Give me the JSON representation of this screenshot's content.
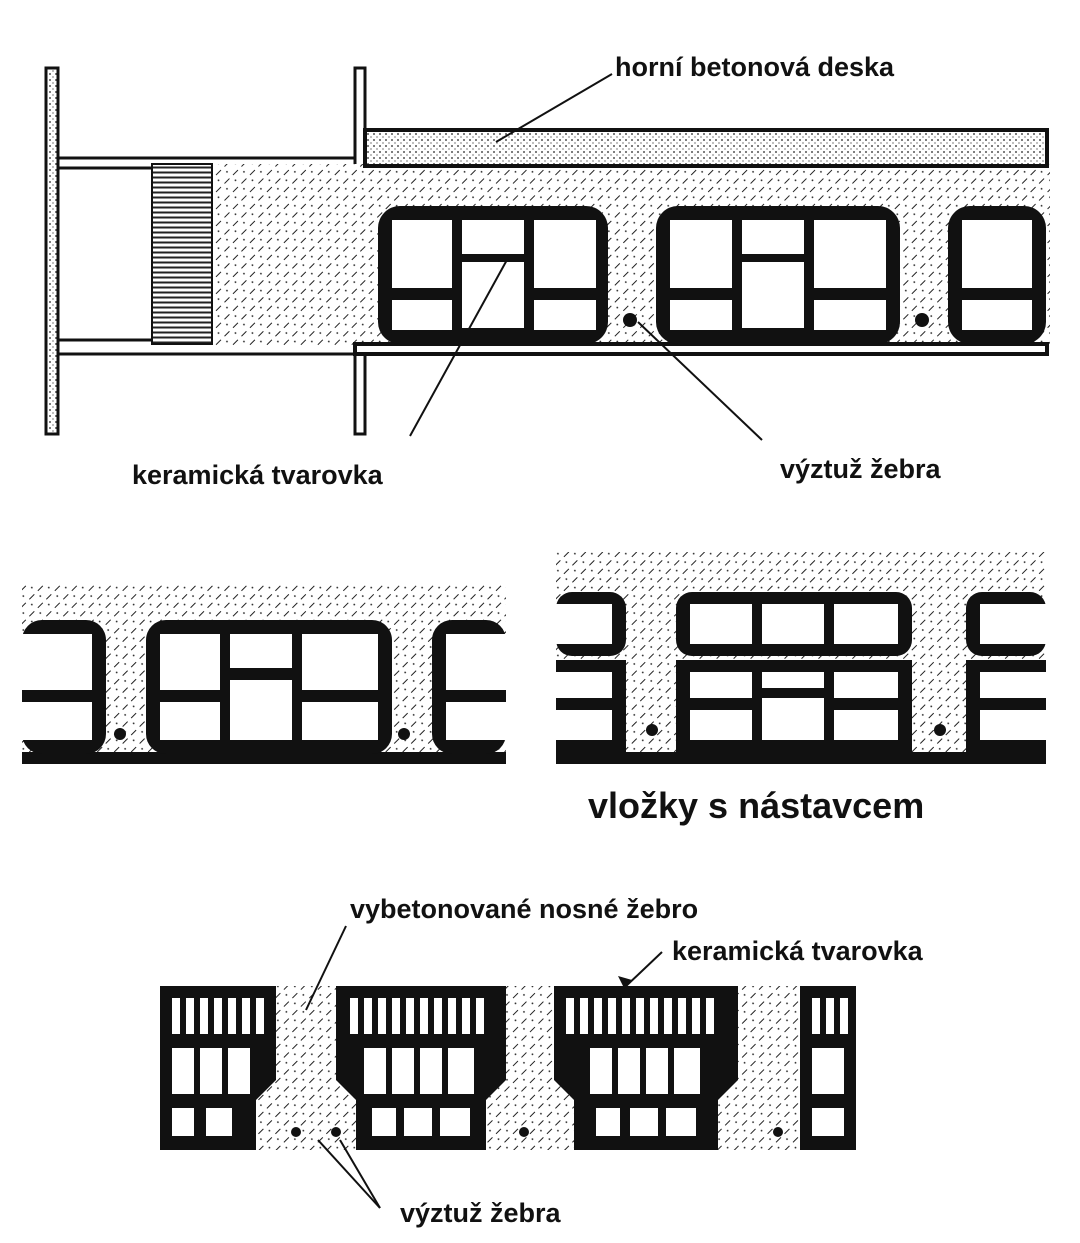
{
  "labels": {
    "top_slab": "horní betonová deska",
    "ceramic_block_1": "keramická tvarovka",
    "rib_reinforcement_1": "výztuž žebra",
    "inserts_caption": "vložky s nástavcem",
    "cast_rib": "vybetonované nosné žebro",
    "ceramic_block_2": "keramická tvarovka",
    "rib_reinforcement_2": "výztuž žebra"
  },
  "colors": {
    "ink": "#111111",
    "paper": "#ffffff"
  }
}
